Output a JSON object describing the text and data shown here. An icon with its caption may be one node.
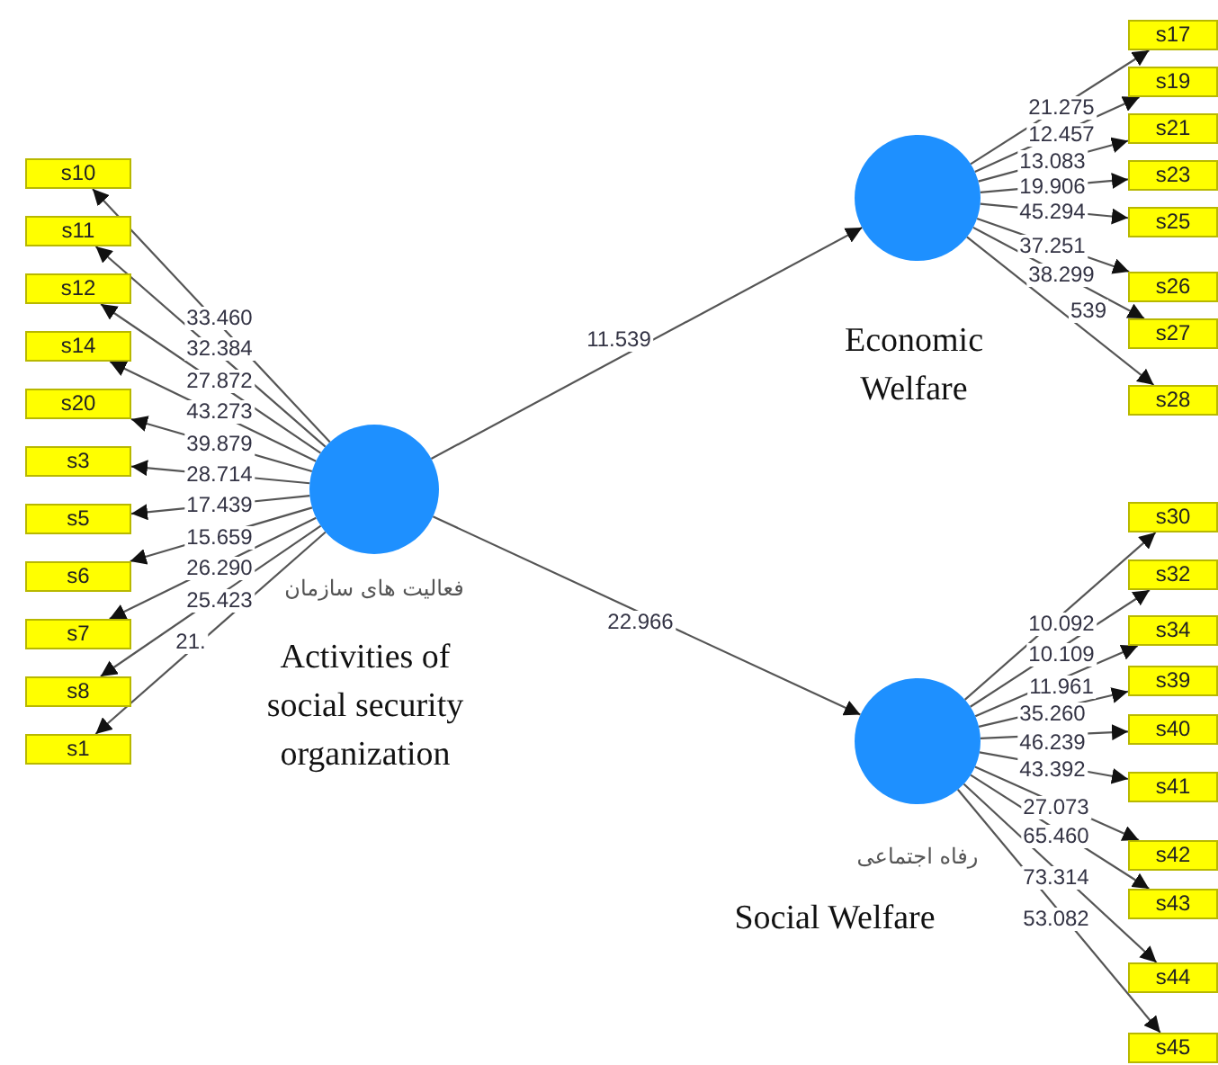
{
  "diagram": {
    "nodes": [
      {
        "text": [
          "s10"
        ]
      },
      {
        "text": [
          "s11"
        ]
      },
      {
        "text": [
          "s12"
        ]
      },
      {
        "text": [
          "s14"
        ]
      },
      {
        "text": [
          "s20"
        ]
      },
      {
        "text": [
          "s3"
        ]
      },
      {
        "text": [
          "s5"
        ]
      },
      {
        "text": [
          "s6"
        ]
      },
      {
        "text": [
          "s7"
        ]
      },
      {
        "text": [
          "s8"
        ]
      },
      {
        "text": [
          "s1"
        ]
      },
      {
        "text": [
          "فعالیت های سازمان"
        ],
        "beside": [
          "Activities of social security organization"
        ]
      },
      {
        "text": [],
        "shape": "circle",
        "beside": [
          "Economic Welfare"
        ]
      },
      {
        "text": [
          "s17"
        ]
      },
      {
        "text": [
          "s19"
        ]
      },
      {
        "text": [
          "s21"
        ]
      },
      {
        "text": [
          "s23"
        ]
      },
      {
        "text": [
          "s25"
        ]
      },
      {
        "text": [
          "s26"
        ]
      },
      {
        "text": [
          "s27"
        ]
      },
      {
        "text": [
          "s28"
        ]
      },
      {
        "text": [
          "رفاه اجتماعی"
        ],
        "beside": [
          "Social Welfare"
        ]
      },
      {
        "text": [
          "s30"
        ]
      },
      {
        "text": [
          "s32"
        ]
      },
      {
        "text": [
          "s34"
        ]
      },
      {
        "text": [
          "s39"
        ]
      },
      {
        "text": [
          "s40"
        ]
      },
      {
        "text": [
          "s41"
        ]
      },
      {
        "text": [
          "s42"
        ]
      },
      {
        "text": [
          "s43"
        ]
      },
      {
        "text": [
          "s44"
        ]
      },
      {
        "text": [
          "s45"
        ]
      }
    ],
    "edges": [
      {
        "from": 11,
        "to": 0,
        "arrow": "to",
        "label": "33.460"
      },
      {
        "from": 11,
        "to": 1,
        "arrow": "to",
        "label": "32.384"
      },
      {
        "from": 11,
        "to": 2,
        "arrow": "to",
        "label": "27.872"
      },
      {
        "from": 11,
        "to": 3,
        "arrow": "to",
        "label": "43.273"
      },
      {
        "from": 11,
        "to": 4,
        "arrow": "to",
        "label": "39.879"
      },
      {
        "from": 11,
        "to": 5,
        "arrow": "to",
        "label": "28.714"
      },
      {
        "from": 11,
        "to": 6,
        "arrow": "to",
        "label": "17.439"
      },
      {
        "from": 11,
        "to": 7,
        "arrow": "to",
        "label": "15.659"
      },
      {
        "from": 11,
        "to": 8,
        "arrow": "to",
        "label": "26.290"
      },
      {
        "from": 11,
        "to": 9,
        "arrow": "to",
        "label": "25.423"
      },
      {
        "from": 11,
        "to": 10,
        "arrow": "to",
        "label": "21."
      },
      {
        "from": 11,
        "to": 12,
        "arrow": "to",
        "label": "11.539"
      },
      {
        "from": 11,
        "to": 21,
        "arrow": "to",
        "label": "22.966"
      },
      {
        "from": 12,
        "to": 13,
        "arrow": "to",
        "label": "21.275"
      },
      {
        "from": 12,
        "to": 14,
        "arrow": "to",
        "label": "12.457"
      },
      {
        "from": 12,
        "to": 15,
        "arrow": "to",
        "label": "13.083"
      },
      {
        "from": 12,
        "to": 16,
        "arrow": "to",
        "label": "19.906"
      },
      {
        "from": 12,
        "to": 17,
        "arrow": "to",
        "label": "45.294"
      },
      {
        "from": 12,
        "to": 18,
        "arrow": "to",
        "label": "37.251"
      },
      {
        "from": 12,
        "to": 19,
        "arrow": "to",
        "label": "38.299"
      },
      {
        "from": 12,
        "to": 20,
        "arrow": "to",
        "label": "539"
      },
      {
        "from": 21,
        "to": 22,
        "arrow": "to",
        "label": "10.092"
      },
      {
        "from": 21,
        "to": 23,
        "arrow": "to",
        "label": "10.109"
      },
      {
        "from": 21,
        "to": 24,
        "arrow": "to",
        "label": "11.961"
      },
      {
        "from": 21,
        "to": 25,
        "arrow": "to",
        "label": "35.260"
      },
      {
        "from": 21,
        "to": 26,
        "arrow": "to",
        "label": "46.239"
      },
      {
        "from": 21,
        "to": 27,
        "arrow": "to",
        "label": "43.392"
      },
      {
        "from": 21,
        "to": 28,
        "arrow": "to",
        "label": "27.073"
      },
      {
        "from": 21,
        "to": 29,
        "arrow": "to",
        "label": "65.460"
      },
      {
        "from": 21,
        "to": 30,
        "arrow": "to",
        "label": "73.314"
      },
      {
        "from": 21,
        "to": 31,
        "arrow": "to",
        "label": "53.082"
      }
    ]
  }
}
